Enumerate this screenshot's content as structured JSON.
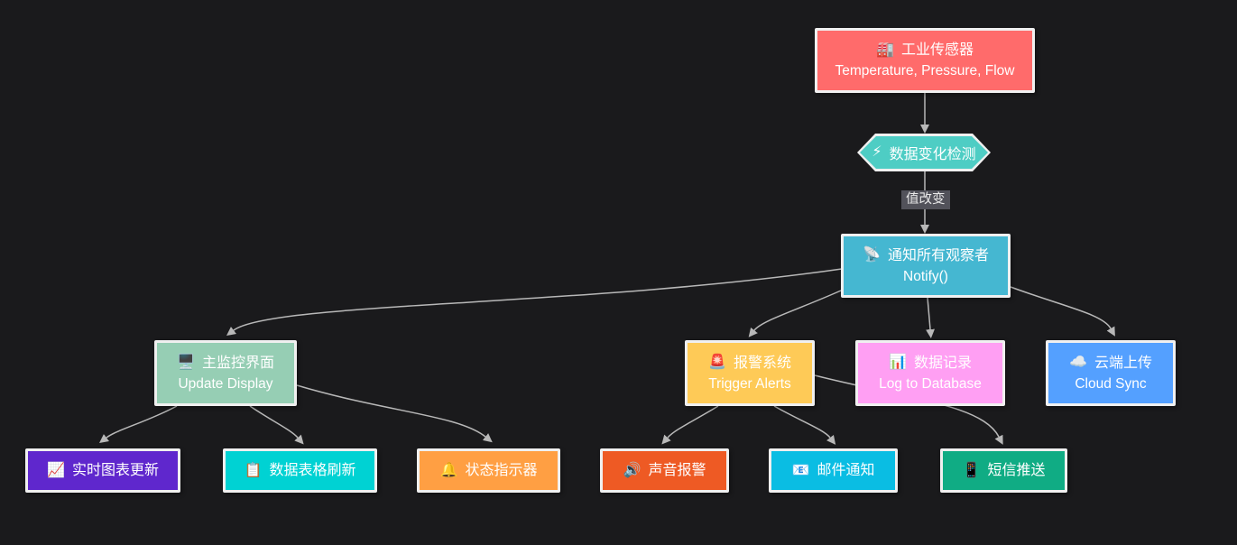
{
  "diagram": {
    "type": "flowchart",
    "background": "#1a1a1c",
    "edge_color": "#b8b8b8",
    "node_border_color": "#f0f0f0",
    "node_text_color": "#ffffff",
    "edge_label_style": {
      "bg": "#52525a",
      "color": "#e8e8e8"
    }
  },
  "nodes": [
    {
      "id": "sensor",
      "icon": "🏭",
      "title": "工业传感器",
      "subtitle": "Temperature, Pressure, Flow",
      "bg": "#ff6b6b",
      "shape": "rect"
    },
    {
      "id": "detect",
      "icon": "⚡",
      "title": "数据变化检测",
      "bg": "#4ecdc4",
      "shape": "hexagon"
    },
    {
      "id": "notify",
      "icon": "📡",
      "title": "通知所有观察者",
      "subtitle": "Notify()",
      "bg": "#45b7d1",
      "shape": "rect"
    },
    {
      "id": "display",
      "icon": "🖥️",
      "title": "主监控界面",
      "subtitle": "Update Display",
      "bg": "#96ceb4",
      "shape": "rect"
    },
    {
      "id": "alerts",
      "icon": "🚨",
      "title": "报警系统",
      "subtitle": "Trigger Alerts",
      "bg": "#feca57",
      "shape": "rect"
    },
    {
      "id": "log",
      "icon": "📊",
      "title": "数据记录",
      "subtitle": "Log to Database",
      "bg": "#ff9ff3",
      "shape": "rect"
    },
    {
      "id": "cloud",
      "icon": "☁️",
      "title": "云端上传",
      "subtitle": "Cloud Sync",
      "bg": "#54a0ff",
      "shape": "rect"
    },
    {
      "id": "chart",
      "icon": "📈",
      "title": "实时图表更新",
      "bg": "#5f27cd",
      "shape": "rect"
    },
    {
      "id": "table",
      "icon": "📋",
      "title": "数据表格刷新",
      "bg": "#00d2d3",
      "shape": "rect"
    },
    {
      "id": "status",
      "icon": "🔔",
      "title": "状态指示器",
      "bg": "#ff9f43",
      "shape": "rect"
    },
    {
      "id": "sound",
      "icon": "🔊",
      "title": "声音报警",
      "bg": "#ee5a24",
      "shape": "rect"
    },
    {
      "id": "email",
      "icon": "📧",
      "title": "邮件通知",
      "bg": "#0abde3",
      "shape": "rect"
    },
    {
      "id": "sms",
      "icon": "📱",
      "title": "短信推送",
      "bg": "#10ac84",
      "shape": "rect"
    }
  ],
  "edges": [
    {
      "from": "sensor",
      "to": "detect",
      "label": ""
    },
    {
      "from": "detect",
      "to": "notify",
      "label": "值改变"
    },
    {
      "from": "notify",
      "to": "display",
      "label": ""
    },
    {
      "from": "notify",
      "to": "alerts",
      "label": ""
    },
    {
      "from": "notify",
      "to": "log",
      "label": ""
    },
    {
      "from": "notify",
      "to": "cloud",
      "label": ""
    },
    {
      "from": "display",
      "to": "chart",
      "label": ""
    },
    {
      "from": "display",
      "to": "table",
      "label": ""
    },
    {
      "from": "display",
      "to": "status",
      "label": ""
    },
    {
      "from": "alerts",
      "to": "sound",
      "label": ""
    },
    {
      "from": "alerts",
      "to": "email",
      "label": ""
    },
    {
      "from": "alerts",
      "to": "sms",
      "label": ""
    }
  ]
}
